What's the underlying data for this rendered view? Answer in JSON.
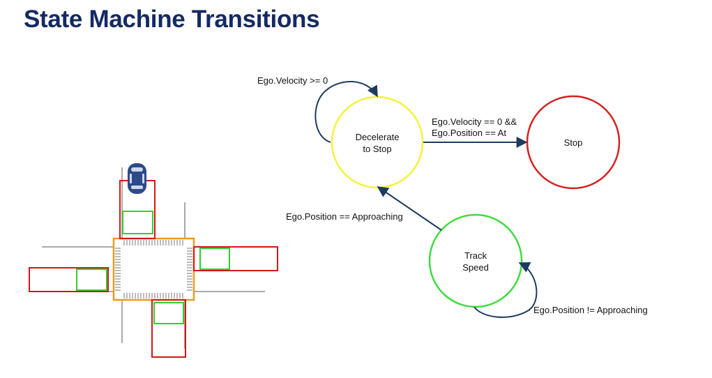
{
  "slide": {
    "title": "State Machine Transitions"
  },
  "states": {
    "decelerate": {
      "line1": "Decelerate",
      "line2": "to Stop",
      "color": "#f4f23a"
    },
    "stop": {
      "label": "Stop",
      "color": "#d62020"
    },
    "track": {
      "line1": "Track",
      "line2": "Speed",
      "color": "#3ddc3d"
    }
  },
  "transitions": {
    "decel_self": "Ego.Velocity >= 0",
    "decel_to_stop_1": "Ego.Velocity == 0 &&",
    "decel_to_stop_2": "Ego.Position == At",
    "track_to_decel": "Ego.Position == Approaching",
    "track_self": "Ego.Position != Approaching"
  },
  "colors": {
    "title": "#142a63",
    "arrow": "#1d3b5e",
    "car": "#2c4a8a",
    "zone_red": "#d41616",
    "zone_green": "#2ed12e",
    "zone_orange": "#f09a1e"
  }
}
